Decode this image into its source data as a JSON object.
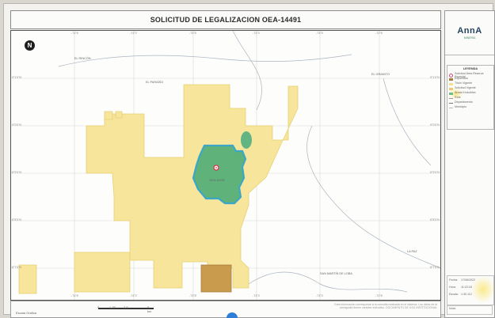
{
  "document": {
    "title": "SOLICITUD DE LEGALIZACION OEA-14491"
  },
  "map": {
    "north_arrow": "N",
    "request_label": "OEA-14491",
    "place_labels": [
      "EL RINCÓN",
      "EL GRANITO",
      "LA PAZ",
      "SAN MARTÍN DE LOBA",
      "EL PARAÍSO"
    ],
    "top_ticks": [
      "-74°6'",
      "-74°2'",
      "-73°8'",
      "-73°4'",
      "-73°0'",
      "-72°6'"
    ],
    "bottom_ticks": [
      "-74°6'",
      "-74°2'",
      "-73°8'",
      "-73°4'",
      "-73°0'",
      "-72°6'"
    ],
    "left_ticks": [
      "9°1'0\"N",
      "9°0'0\"N",
      "8°9'0\"N",
      "8°8'0\"N",
      "8°7'0\"N"
    ],
    "right_ticks": [
      "9°1'0\"N",
      "9°0'0\"N",
      "8°9'0\"N",
      "8°8'0\"N",
      "8°7'0\"N"
    ],
    "colors": {
      "titles": "#f6e59b",
      "titles_stroke": "#e6d173",
      "request": "#5fb27a",
      "request_stroke": "#3aa7c9",
      "pending": "#c89c4c",
      "excluded": "#62b583"
    }
  },
  "scale": {
    "text": "Escala Gráfica",
    "labels": [
      "0",
      "1,25",
      "2,5",
      "5 km"
    ]
  },
  "bottom_note": "Esta información corresponde a la consulta realizada en el sistema. Los datos de la cartografía tienen carácter indicativo. DOCUMENTO DE USO INSTITUCIONAL",
  "side": {
    "logo": "AnnA",
    "logo_sub": "MINERÍA",
    "legend": {
      "title": "LEYENDA",
      "items": [
        {
          "label": "Solicitud Área Reserva Especial",
          "kind": "pin",
          "color": "#d04a7a"
        },
        {
          "label": "Expuestos",
          "kind": "box",
          "color": "#a87c3c"
        },
        {
          "label": "Título Vigente",
          "kind": "box",
          "color": "#f4df8c"
        },
        {
          "label": "Solicitud Vigente",
          "kind": "box",
          "color": "#e7c97a"
        },
        {
          "label": "Áreas Excluibles",
          "kind": "box",
          "color": "#6fbf8a"
        },
        {
          "label": "Ríos",
          "kind": "line",
          "color": "#999999"
        },
        {
          "label": "Departamento",
          "kind": "line-dot",
          "color": "#777777"
        },
        {
          "label": "Municipio",
          "kind": "line",
          "color": "#bbbbbb"
        }
      ]
    },
    "info": [
      {
        "key": "Fecha:",
        "value": "17/06/2022"
      },
      {
        "key": "Hora:",
        "value": "11:22:18"
      },
      {
        "key": "Escala:",
        "value": "1:30.112"
      }
    ],
    "note_label": "Nota:"
  }
}
